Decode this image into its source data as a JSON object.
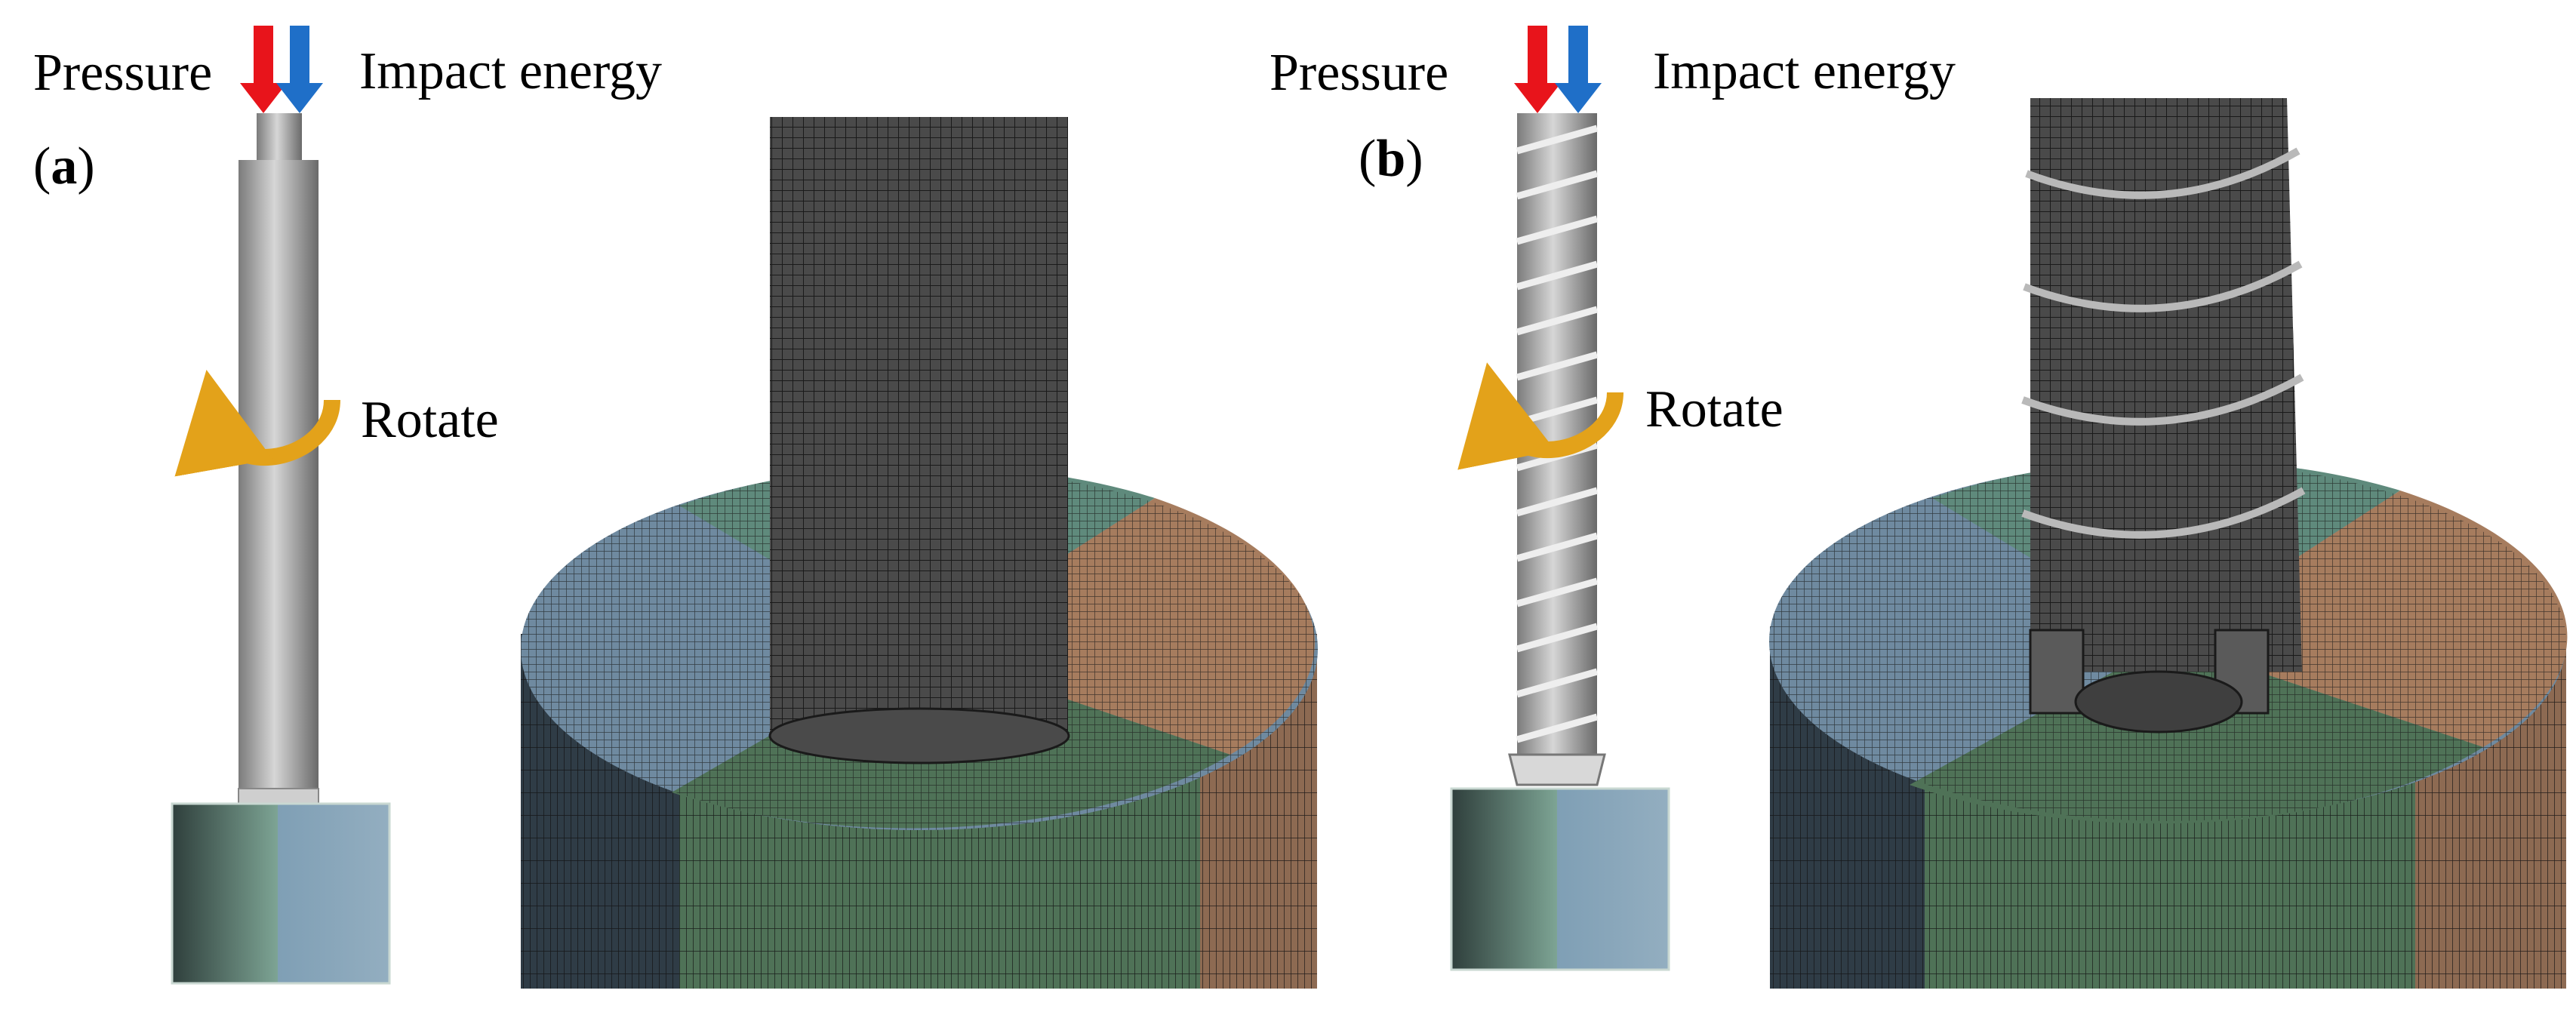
{
  "panel_a": {
    "tag_open": "(",
    "tag_letter": "a",
    "tag_close": ")",
    "pressure_label": "Pressure",
    "impact_label": "Impact energy",
    "rotate_label": "Rotate"
  },
  "panel_b": {
    "tag_open": "(",
    "tag_letter": "b",
    "tag_close": ")",
    "pressure_label": "Pressure",
    "impact_label": "Impact energy",
    "rotate_label": "Rotate"
  },
  "colors": {
    "pressure_arrow": "#e8141b",
    "impact_arrow": "#1f6fc8",
    "rotate_arrow": "#e3a21a",
    "mesh_blue": "#6f8aa0",
    "mesh_green": "#4f7257",
    "mesh_orange": "#a67c5e",
    "mesh_teal": "#5f8a7c",
    "rod_grey": "#4a4a4a"
  }
}
